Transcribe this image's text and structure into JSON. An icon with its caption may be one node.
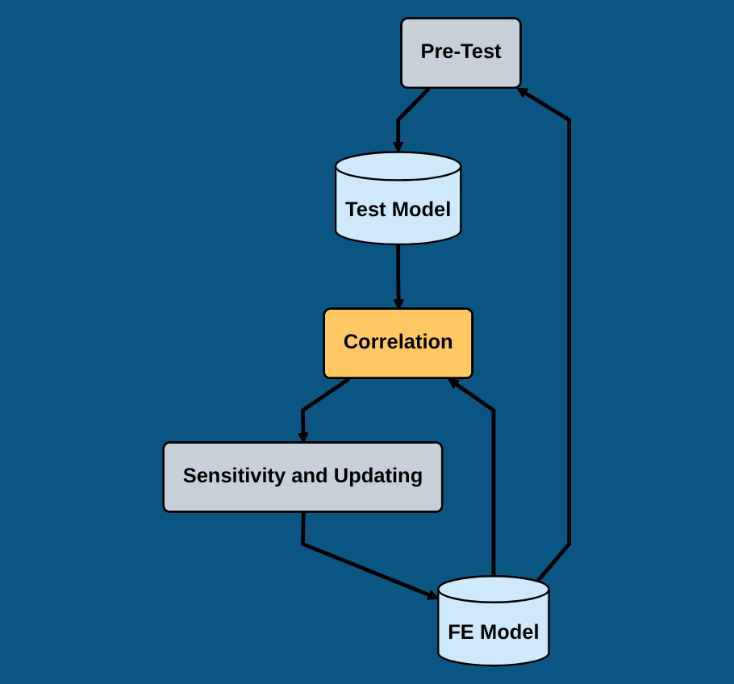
{
  "diagram": {
    "nodes": [
      {
        "text": [
          "Pre-Test"
        ]
      },
      {
        "text": [
          "FE Model"
        ]
      },
      {
        "text": [
          "Test Model"
        ]
      },
      {
        "text": [
          "Correlation"
        ]
      },
      {
        "text": [
          "Sensitivity and Updating"
        ]
      }
    ],
    "edges": [
      {
        "from": 1,
        "to": 0,
        "arrow": "to"
      },
      {
        "from": 0,
        "to": 2,
        "arrow": "to"
      },
      {
        "from": 1,
        "to": 3,
        "arrow": "to"
      },
      {
        "from": 2,
        "to": 3,
        "arrow": "to"
      },
      {
        "from": 3,
        "to": 4,
        "arrow": "to"
      },
      {
        "from": 4,
        "to": 1,
        "arrow": "to"
      }
    ]
  }
}
